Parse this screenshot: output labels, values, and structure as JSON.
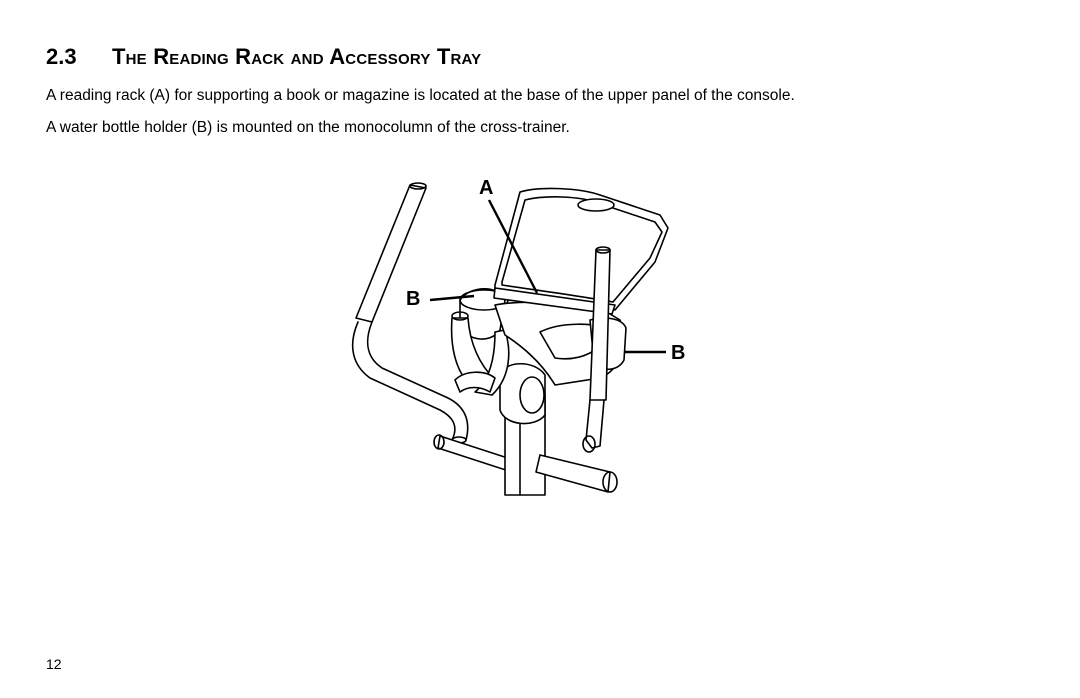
{
  "section": {
    "number": "2.3",
    "title": "The Reading Rack and Accessory Tray"
  },
  "paragraphs": [
    "A reading rack (A) for supporting a book or magazine is located at the base of the upper panel of the console.",
    "A water bottle holder (B) is mounted on the monocolumn of the cross-trainer."
  ],
  "figure": {
    "callouts": [
      "A",
      "B",
      "B"
    ]
  },
  "page_number": "12"
}
